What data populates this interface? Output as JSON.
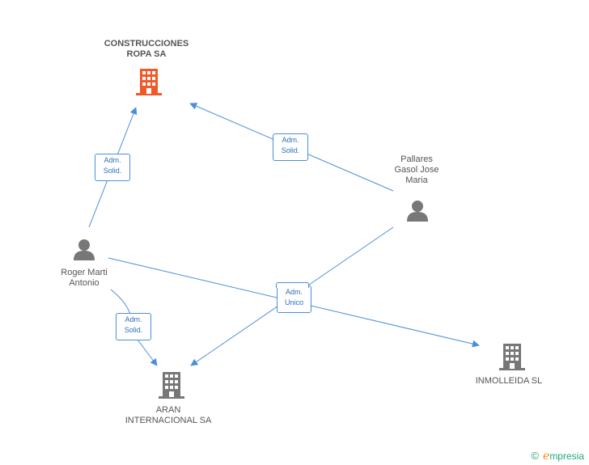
{
  "nodes": {
    "construcciones_ropa": {
      "label": "CONSTRUCCIONES\nROPA SA",
      "kind": "company",
      "color": "#f05a28"
    },
    "pallares": {
      "label": "Pallares\nGasol Jose\nMaria",
      "kind": "person",
      "color": "#777777"
    },
    "roger": {
      "label": "Roger Marti\nAntonio",
      "kind": "person",
      "color": "#777777"
    },
    "aran": {
      "label": "ARAN\nINTERNACIONAL SA",
      "kind": "company",
      "color": "#777777"
    },
    "inmolleida": {
      "label": "INMOLLEIDA SL",
      "kind": "company",
      "color": "#777777"
    }
  },
  "edges": {
    "roger_construcciones": {
      "label": "Adm.\nSolid."
    },
    "pallares_construcciones": {
      "label": "Adm.\nSolid."
    },
    "roger_aran": {
      "label": "Adm.\nSolid."
    },
    "unico": {
      "label": "Adm.\nUnico"
    }
  },
  "colors": {
    "edge": "#4a8fd8",
    "edge_text": "#2f6fb5"
  },
  "footer": {
    "copyright": "©",
    "brand_initial": "e",
    "brand_rest": "mpresia"
  }
}
